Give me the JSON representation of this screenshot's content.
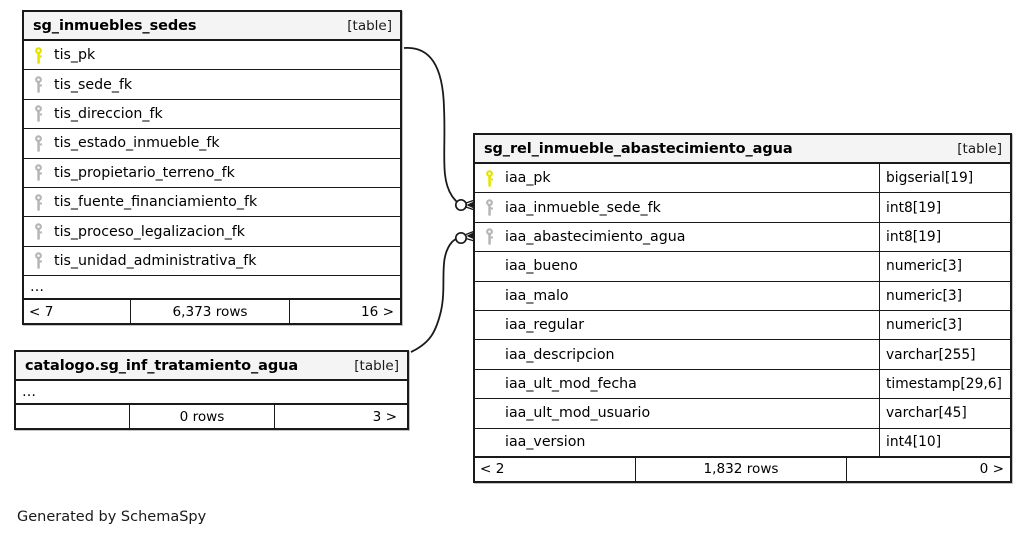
{
  "diagram": {
    "caption": "Generated by SchemaSpy",
    "kind_label": "[table]",
    "colors": {
      "primary_key": "#e3e300",
      "foreign_key": "#b5b5b5",
      "border": "#1a1a1a",
      "header_bg": "#f4f4f4",
      "background": "#ffffff"
    }
  },
  "tables": [
    {
      "id": "sg_inmuebles_sedes",
      "title": "sg_inmuebles_sedes",
      "kind": "[table]",
      "columns": [
        {
          "name": "tis_pk",
          "key": "primary",
          "type": ""
        },
        {
          "name": "tis_sede_fk",
          "key": "foreign",
          "type": ""
        },
        {
          "name": "tis_direccion_fk",
          "key": "foreign",
          "type": ""
        },
        {
          "name": "tis_estado_inmueble_fk",
          "key": "foreign",
          "type": ""
        },
        {
          "name": "tis_propietario_terreno_fk",
          "key": "foreign",
          "type": ""
        },
        {
          "name": "tis_fuente_financiamiento_fk",
          "key": "foreign",
          "type": ""
        },
        {
          "name": "tis_proceso_legalizacion_fk",
          "key": "foreign",
          "type": ""
        },
        {
          "name": "tis_unidad_administrativa_fk",
          "key": "foreign",
          "type": ""
        }
      ],
      "truncated_marker": "…",
      "footer": {
        "left": "< 7",
        "middle": "6,373 rows",
        "right": "16 >"
      }
    },
    {
      "id": "catalogo_sg_inf_tratamiento_agua",
      "title": "catalogo.sg_inf_tratamiento_agua",
      "kind": "[table]",
      "columns": [],
      "truncated_marker": "…",
      "footer": {
        "left": "",
        "middle": "0 rows",
        "right": "3 >"
      }
    },
    {
      "id": "sg_rel_inmueble_abastecimiento_agua",
      "title": "sg_rel_inmueble_abastecimiento_agua",
      "kind": "[table]",
      "columns": [
        {
          "name": "iaa_pk",
          "key": "primary",
          "type": "bigserial[19]"
        },
        {
          "name": "iaa_inmueble_sede_fk",
          "key": "foreign",
          "type": "int8[19]"
        },
        {
          "name": "iaa_abastecimiento_agua",
          "key": "foreign",
          "type": "int8[19]"
        },
        {
          "name": "iaa_bueno",
          "key": "none",
          "type": "numeric[3]"
        },
        {
          "name": "iaa_malo",
          "key": "none",
          "type": "numeric[3]"
        },
        {
          "name": "iaa_regular",
          "key": "none",
          "type": "numeric[3]"
        },
        {
          "name": "iaa_descripcion",
          "key": "none",
          "type": "varchar[255]"
        },
        {
          "name": "iaa_ult_mod_fecha",
          "key": "none",
          "type": "timestamp[29,6]"
        },
        {
          "name": "iaa_ult_mod_usuario",
          "key": "none",
          "type": "varchar[45]"
        },
        {
          "name": "iaa_version",
          "key": "none",
          "type": "int4[10]"
        }
      ],
      "truncated_marker": "",
      "footer": {
        "left": "< 2",
        "middle": "1,832 rows",
        "right": "0 >"
      }
    }
  ],
  "relationships": [
    {
      "from_table": "sg_inmuebles_sedes",
      "from_column": "tis_pk",
      "to_table": "sg_rel_inmueble_abastecimiento_agua",
      "to_column": "iaa_inmueble_sede_fk",
      "cardinality": "zero-or-many"
    },
    {
      "from_table": "catalogo_sg_inf_tratamiento_agua",
      "to_table": "sg_rel_inmueble_abastecimiento_agua",
      "to_column": "iaa_abastecimiento_agua",
      "cardinality": "zero-or-many"
    }
  ]
}
